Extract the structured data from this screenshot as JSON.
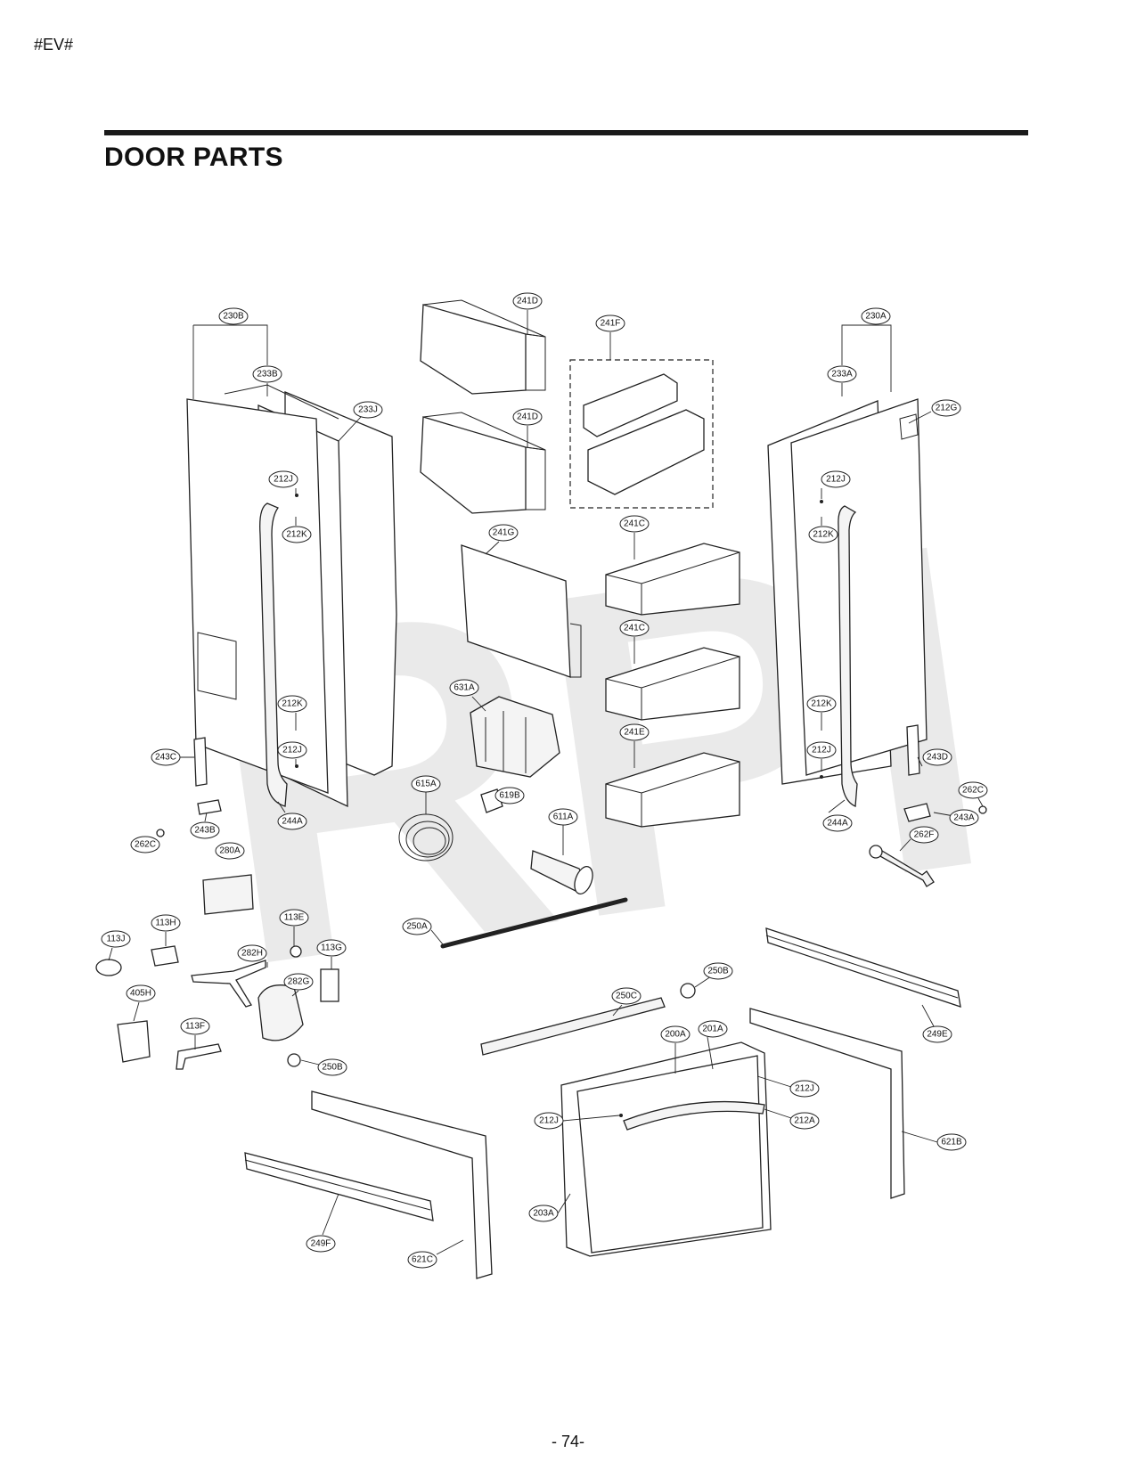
{
  "header": {
    "tag": "#EV#"
  },
  "page": {
    "title": "DOOR PARTS",
    "page_number": "- 74-"
  },
  "watermark": {
    "text": "RPI"
  },
  "callouts": {
    "c230B": "230B",
    "c233B": "233B",
    "c233J": "233J",
    "c212J_l1": "212J",
    "c212K_l1": "212K",
    "c212K_l2": "212K",
    "c212J_l2": "212J",
    "c243C": "243C",
    "c243B": "243B",
    "c244A_l": "244A",
    "c262C_l": "262C",
    "c280A": "280A",
    "c241D_1": "241D",
    "c241D_2": "241D",
    "c241F": "241F",
    "c241G": "241G",
    "c241C_1": "241C",
    "c241C_2": "241C",
    "c241E": "241E",
    "c631A": "631A",
    "c615A": "615A",
    "c619B": "619B",
    "c611A": "611A",
    "c230A": "230A",
    "c233A": "233A",
    "c212G": "212G",
    "c212J_r1": "212J",
    "c212K_r1": "212K",
    "c212K_r2": "212K",
    "c212J_r2": "212J",
    "c243D": "243D",
    "c262C_r": "262C",
    "c243A": "243A",
    "c244A_r": "244A",
    "c262F": "262F",
    "c250A": "250A",
    "c113J": "113J",
    "c113H": "113H",
    "c113E": "113E",
    "c282H": "282H",
    "c113G": "113G",
    "c282G": "282G",
    "c405H": "405H",
    "c113F": "113F",
    "c250B_l": "250B",
    "c250C": "250C",
    "c250B_r": "250B",
    "c249E": "249E",
    "c200A": "200A",
    "c201A": "201A",
    "c212J_b1": "212J",
    "c212J_b2": "212J",
    "c212A": "212A",
    "c203A": "203A",
    "c621B": "621B",
    "c249F": "249F",
    "c621C": "621C"
  }
}
